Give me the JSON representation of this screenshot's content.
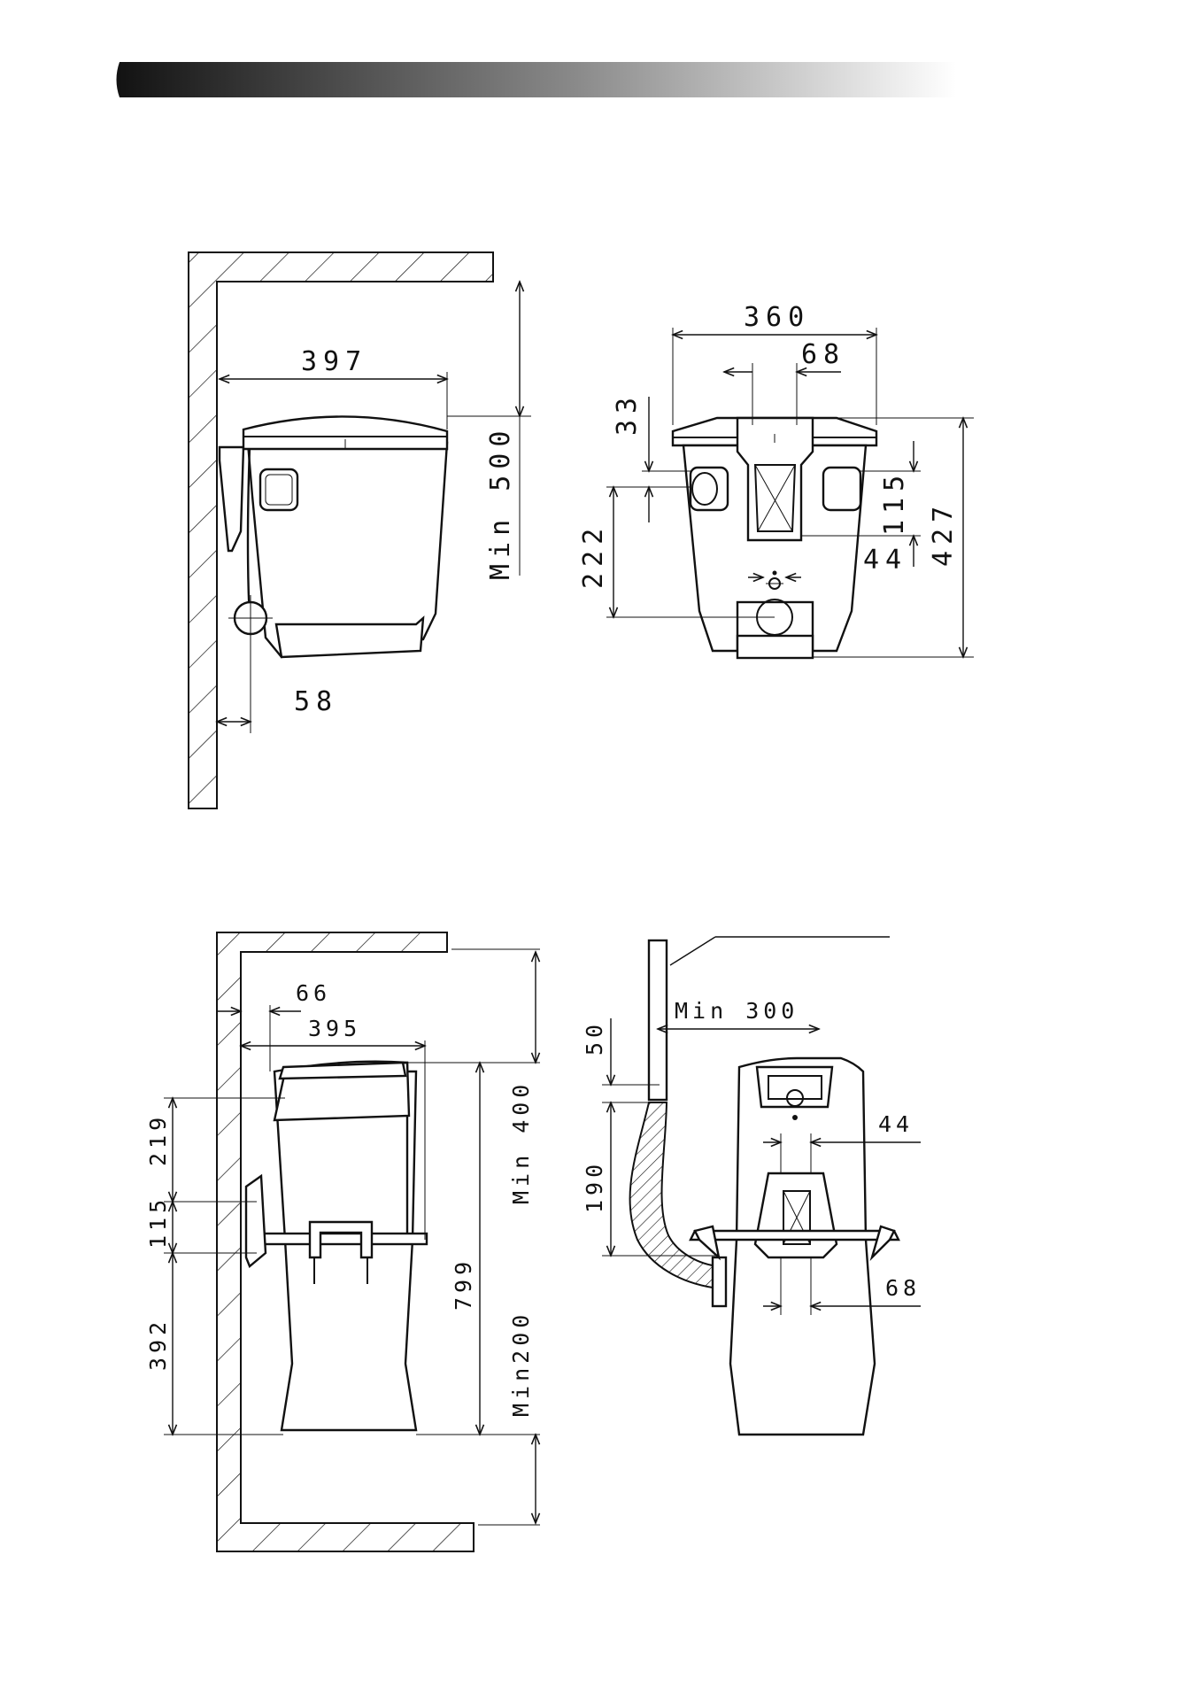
{
  "header_bar": {
    "color_start": "#111111",
    "color_end": "#ffffff"
  },
  "views": {
    "side_top": {
      "width": "397",
      "min_clearance": "Min 500",
      "outlet_offset": "58"
    },
    "front_top": {
      "width": "360",
      "inlet_spacing": "68",
      "offset_top": "33",
      "offset_inlet": "222",
      "inlet_height": "115",
      "inlet_center": "44",
      "height": "427"
    },
    "side_bottom": {
      "wall_offset": "66",
      "depth": "395",
      "dim_219": "219",
      "dim_115": "115",
      "dim_392": "392",
      "height": "799",
      "min_top": "Min 400",
      "min_bottom": "Min200"
    },
    "front_bottom": {
      "min_side": "Min 300",
      "dim_50": "50",
      "dim_190": "190",
      "dim_44": "44",
      "dim_68": "68"
    }
  }
}
